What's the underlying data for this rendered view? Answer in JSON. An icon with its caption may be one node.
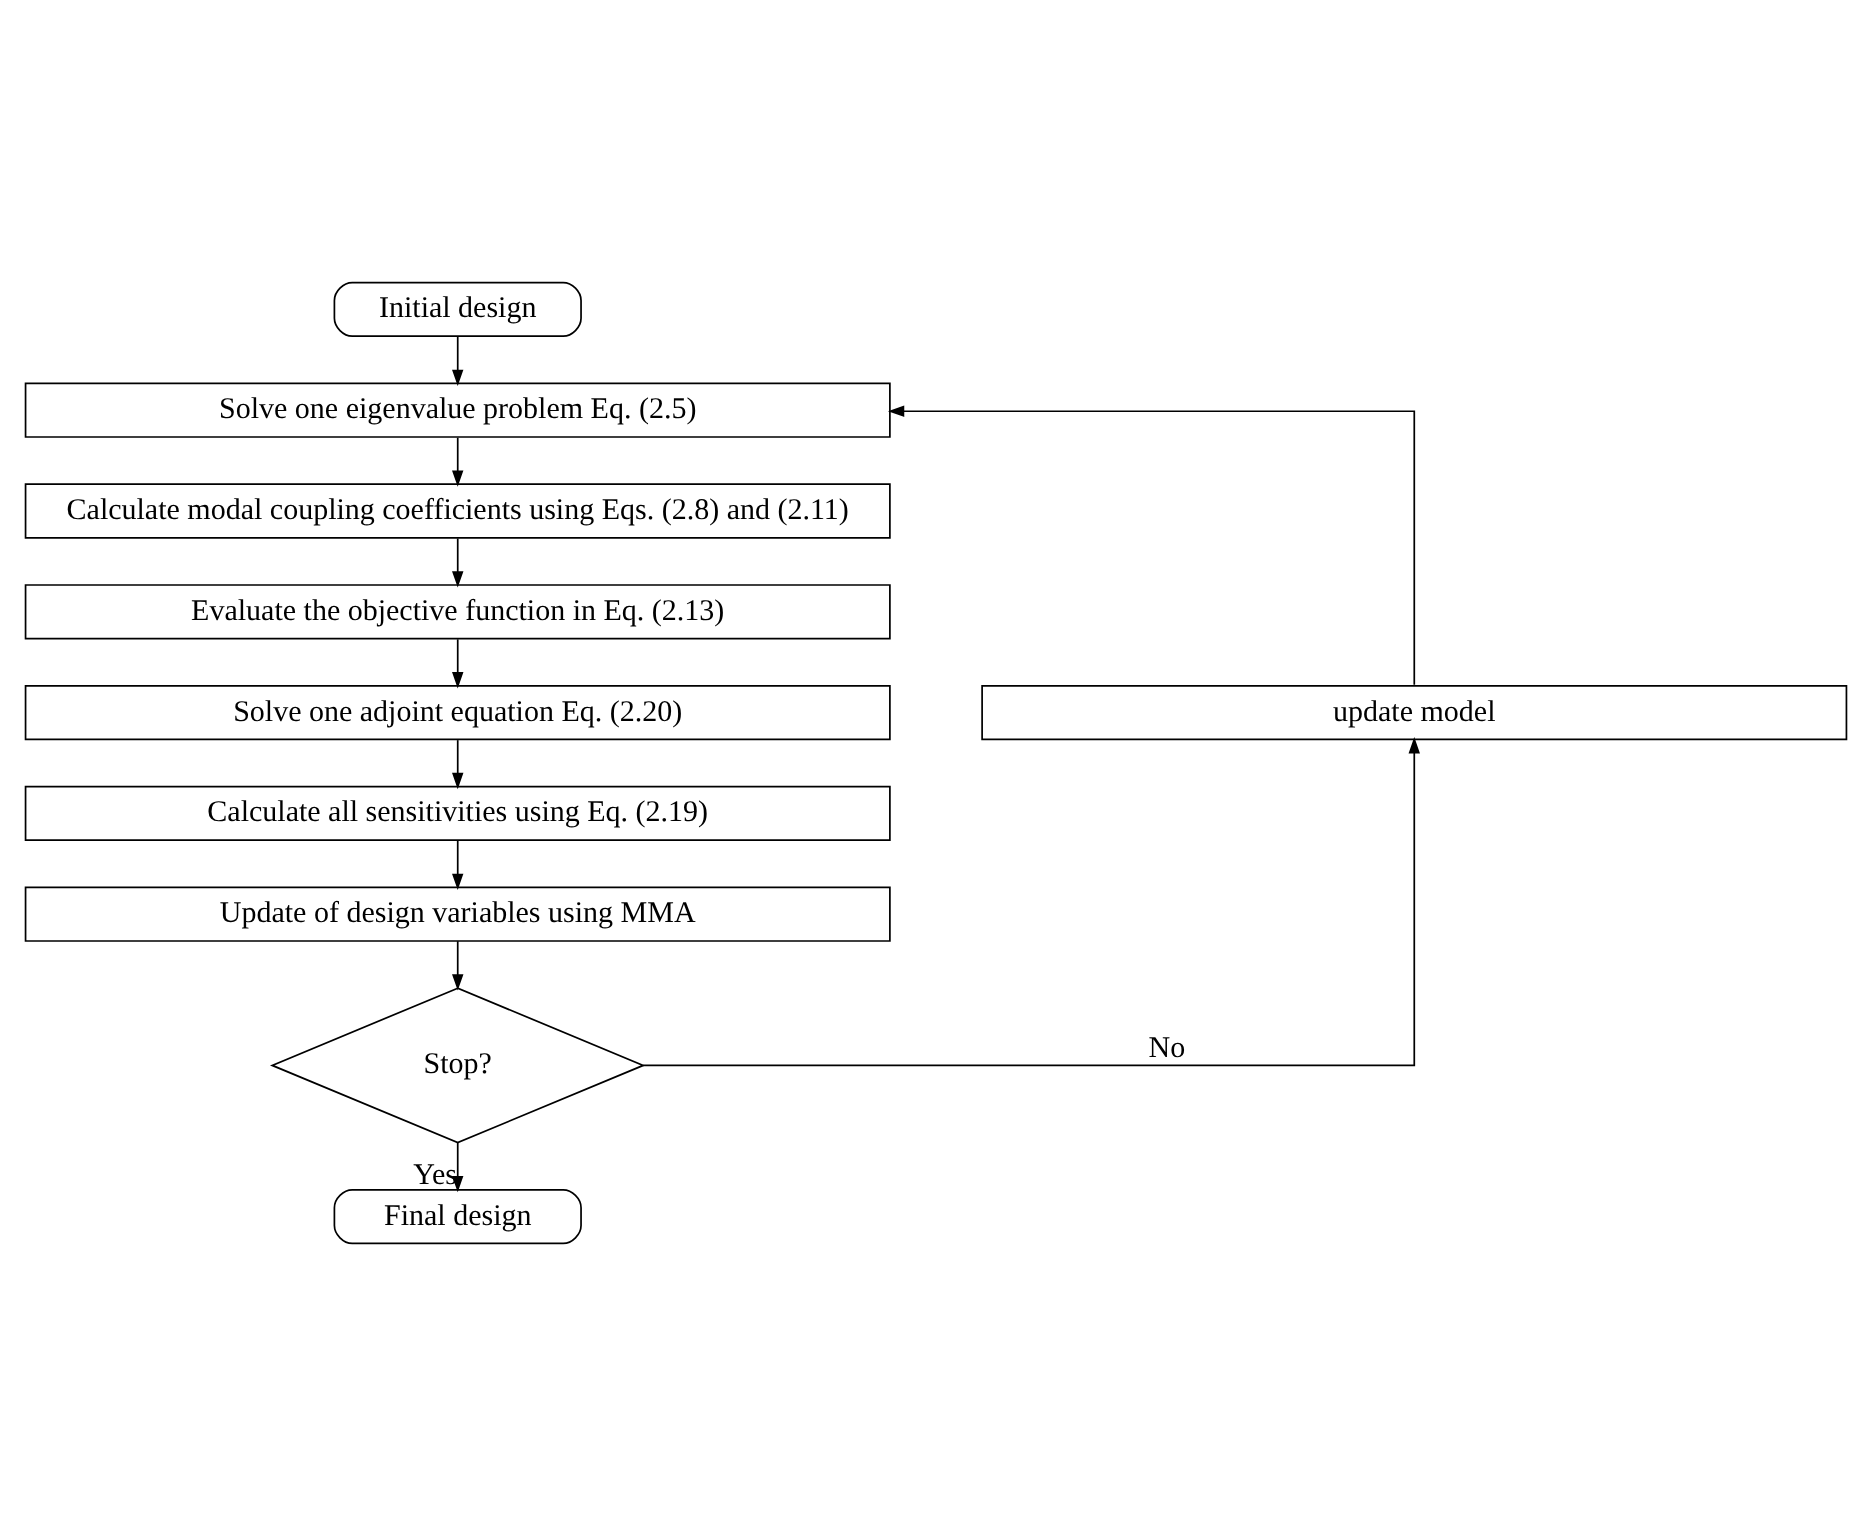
{
  "diagram": {
    "nodes": [
      {
        "text": [
          "Initial design"
        ]
      },
      {
        "text": [
          "Solve one eigenvalue problem Eq. (2.5)"
        ]
      },
      {
        "text": [
          "Calculate modal coupling coefficients using Eqs. (2.8) and (2.11)"
        ]
      },
      {
        "text": [
          "Evaluate the objective function in Eq. (2.13)"
        ]
      },
      {
        "text": [
          "Solve one adjoint equation Eq. (2.20)"
        ]
      },
      {
        "text": [
          "Calculate all sensitivities using Eq. (2.19)"
        ]
      },
      {
        "text": [
          "Update of design variables using MMA"
        ]
      },
      {
        "text": [
          "Stop?"
        ]
      },
      {
        "text": [
          "Final design"
        ]
      },
      {
        "text": [
          "update model"
        ]
      }
    ],
    "edges": [
      {
        "from": 0,
        "to": 1,
        "arrow": "to"
      },
      {
        "from": 1,
        "to": 2,
        "arrow": "to"
      },
      {
        "from": 2,
        "to": 3,
        "arrow": "to"
      },
      {
        "from": 3,
        "to": 4,
        "arrow": "to"
      },
      {
        "from": 4,
        "to": 5,
        "arrow": "to"
      },
      {
        "from": 5,
        "to": 6,
        "arrow": "to"
      },
      {
        "from": 6,
        "to": 7,
        "arrow": "to"
      },
      {
        "from": 7,
        "to": 8,
        "label": "Yes",
        "arrow": "to"
      },
      {
        "from": 7,
        "to": 9,
        "label": "No",
        "arrow": "to"
      },
      {
        "from": 9,
        "to": 1,
        "arrow": "to"
      }
    ]
  }
}
